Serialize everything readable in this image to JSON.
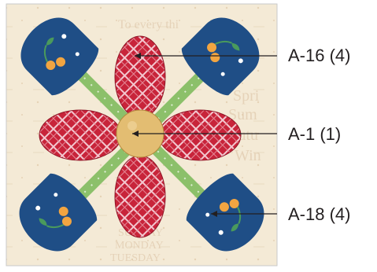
{
  "labels": {
    "a16": "A-16 (4)",
    "a1": "A-1 (1)",
    "a18": "A-18 (4)"
  },
  "background_text": [
    "To every thi",
    "Spri",
    "Sum",
    "Autu",
    "Win",
    "SUNDAY",
    "MONDAY",
    "TUESDAY"
  ],
  "colors": {
    "background_print": "#f4ead6",
    "print_ink": "#d9bfa0",
    "petal_red": "#c8243a",
    "petal_plaid_line": "#f3c7cf",
    "center_tan": "#e3bd72",
    "stem_green": "#8cc06a",
    "tulip_navy": "#1f4e86",
    "cherry_orange": "#f2a541",
    "leaf_green": "#4a9a5c",
    "leader_line": "#231f20"
  },
  "icons": [
    "red-plaid-petal-icon",
    "tan-circle-center-icon",
    "navy-tulip-icon",
    "green-stem-icon"
  ]
}
